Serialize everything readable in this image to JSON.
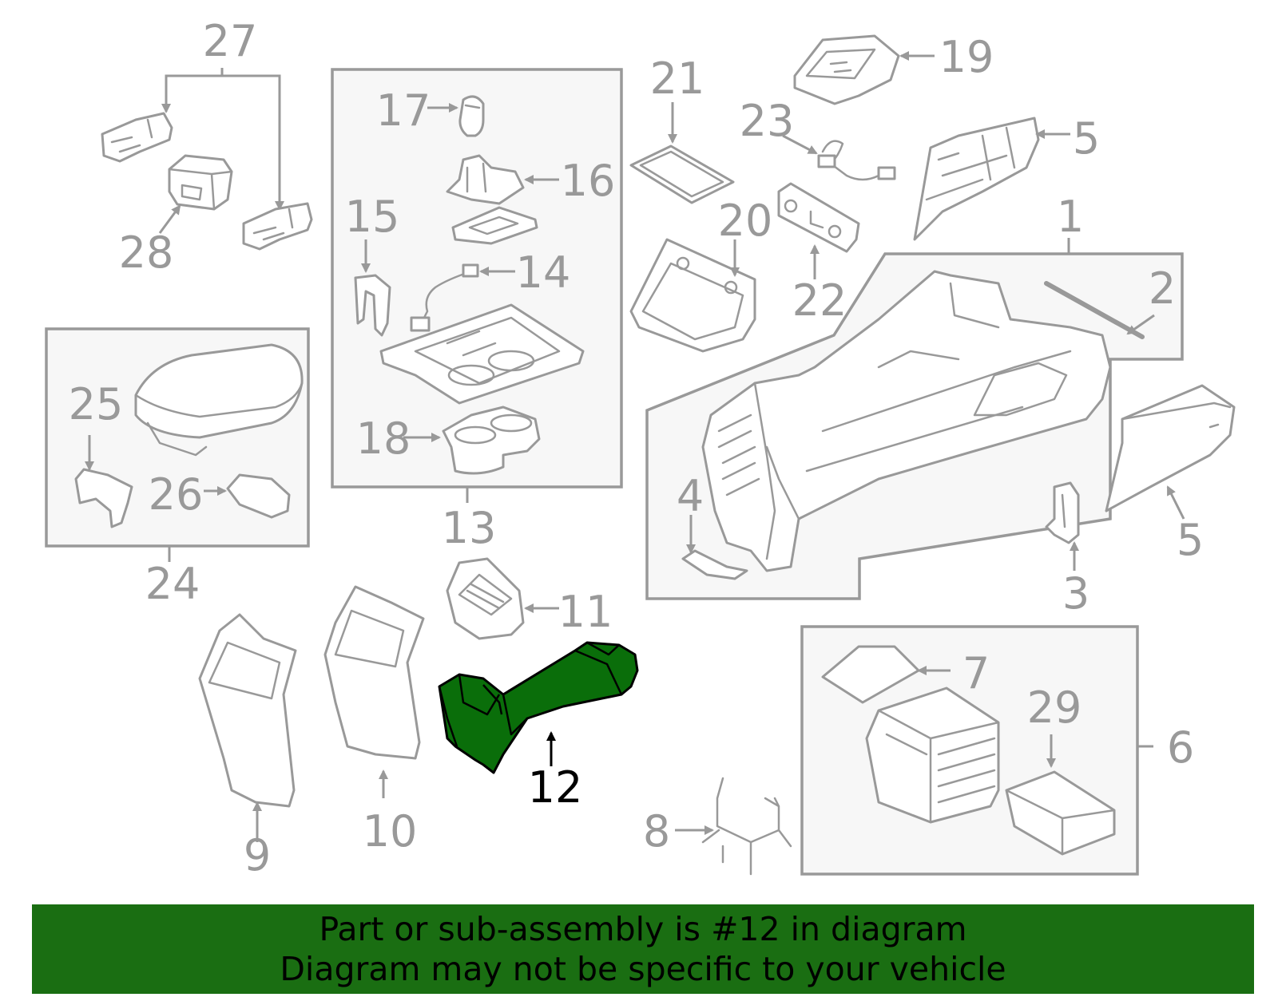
{
  "highlight_color": "#0a6e0a",
  "line_color": "#999999",
  "banner_color": "#1a6e12",
  "callouts": {
    "c1": "1",
    "c2": "2",
    "c3": "3",
    "c4": "4",
    "c5a": "5",
    "c5b": "5",
    "c6": "6",
    "c7": "7",
    "c8": "8",
    "c9": "9",
    "c10": "10",
    "c11": "11",
    "c12": "12",
    "c13": "13",
    "c14": "14",
    "c15": "15",
    "c16": "16",
    "c17": "17",
    "c18": "18",
    "c19": "19",
    "c20": "20",
    "c21": "21",
    "c22": "22",
    "c23": "23",
    "c24": "24",
    "c25": "25",
    "c26": "26",
    "c27": "27",
    "c28": "28",
    "c29": "29"
  },
  "highlighted_part": "12",
  "banner": {
    "line1": "Part or sub-assembly is #12 in diagram",
    "line2": "Diagram may not be specific to your vehicle"
  }
}
